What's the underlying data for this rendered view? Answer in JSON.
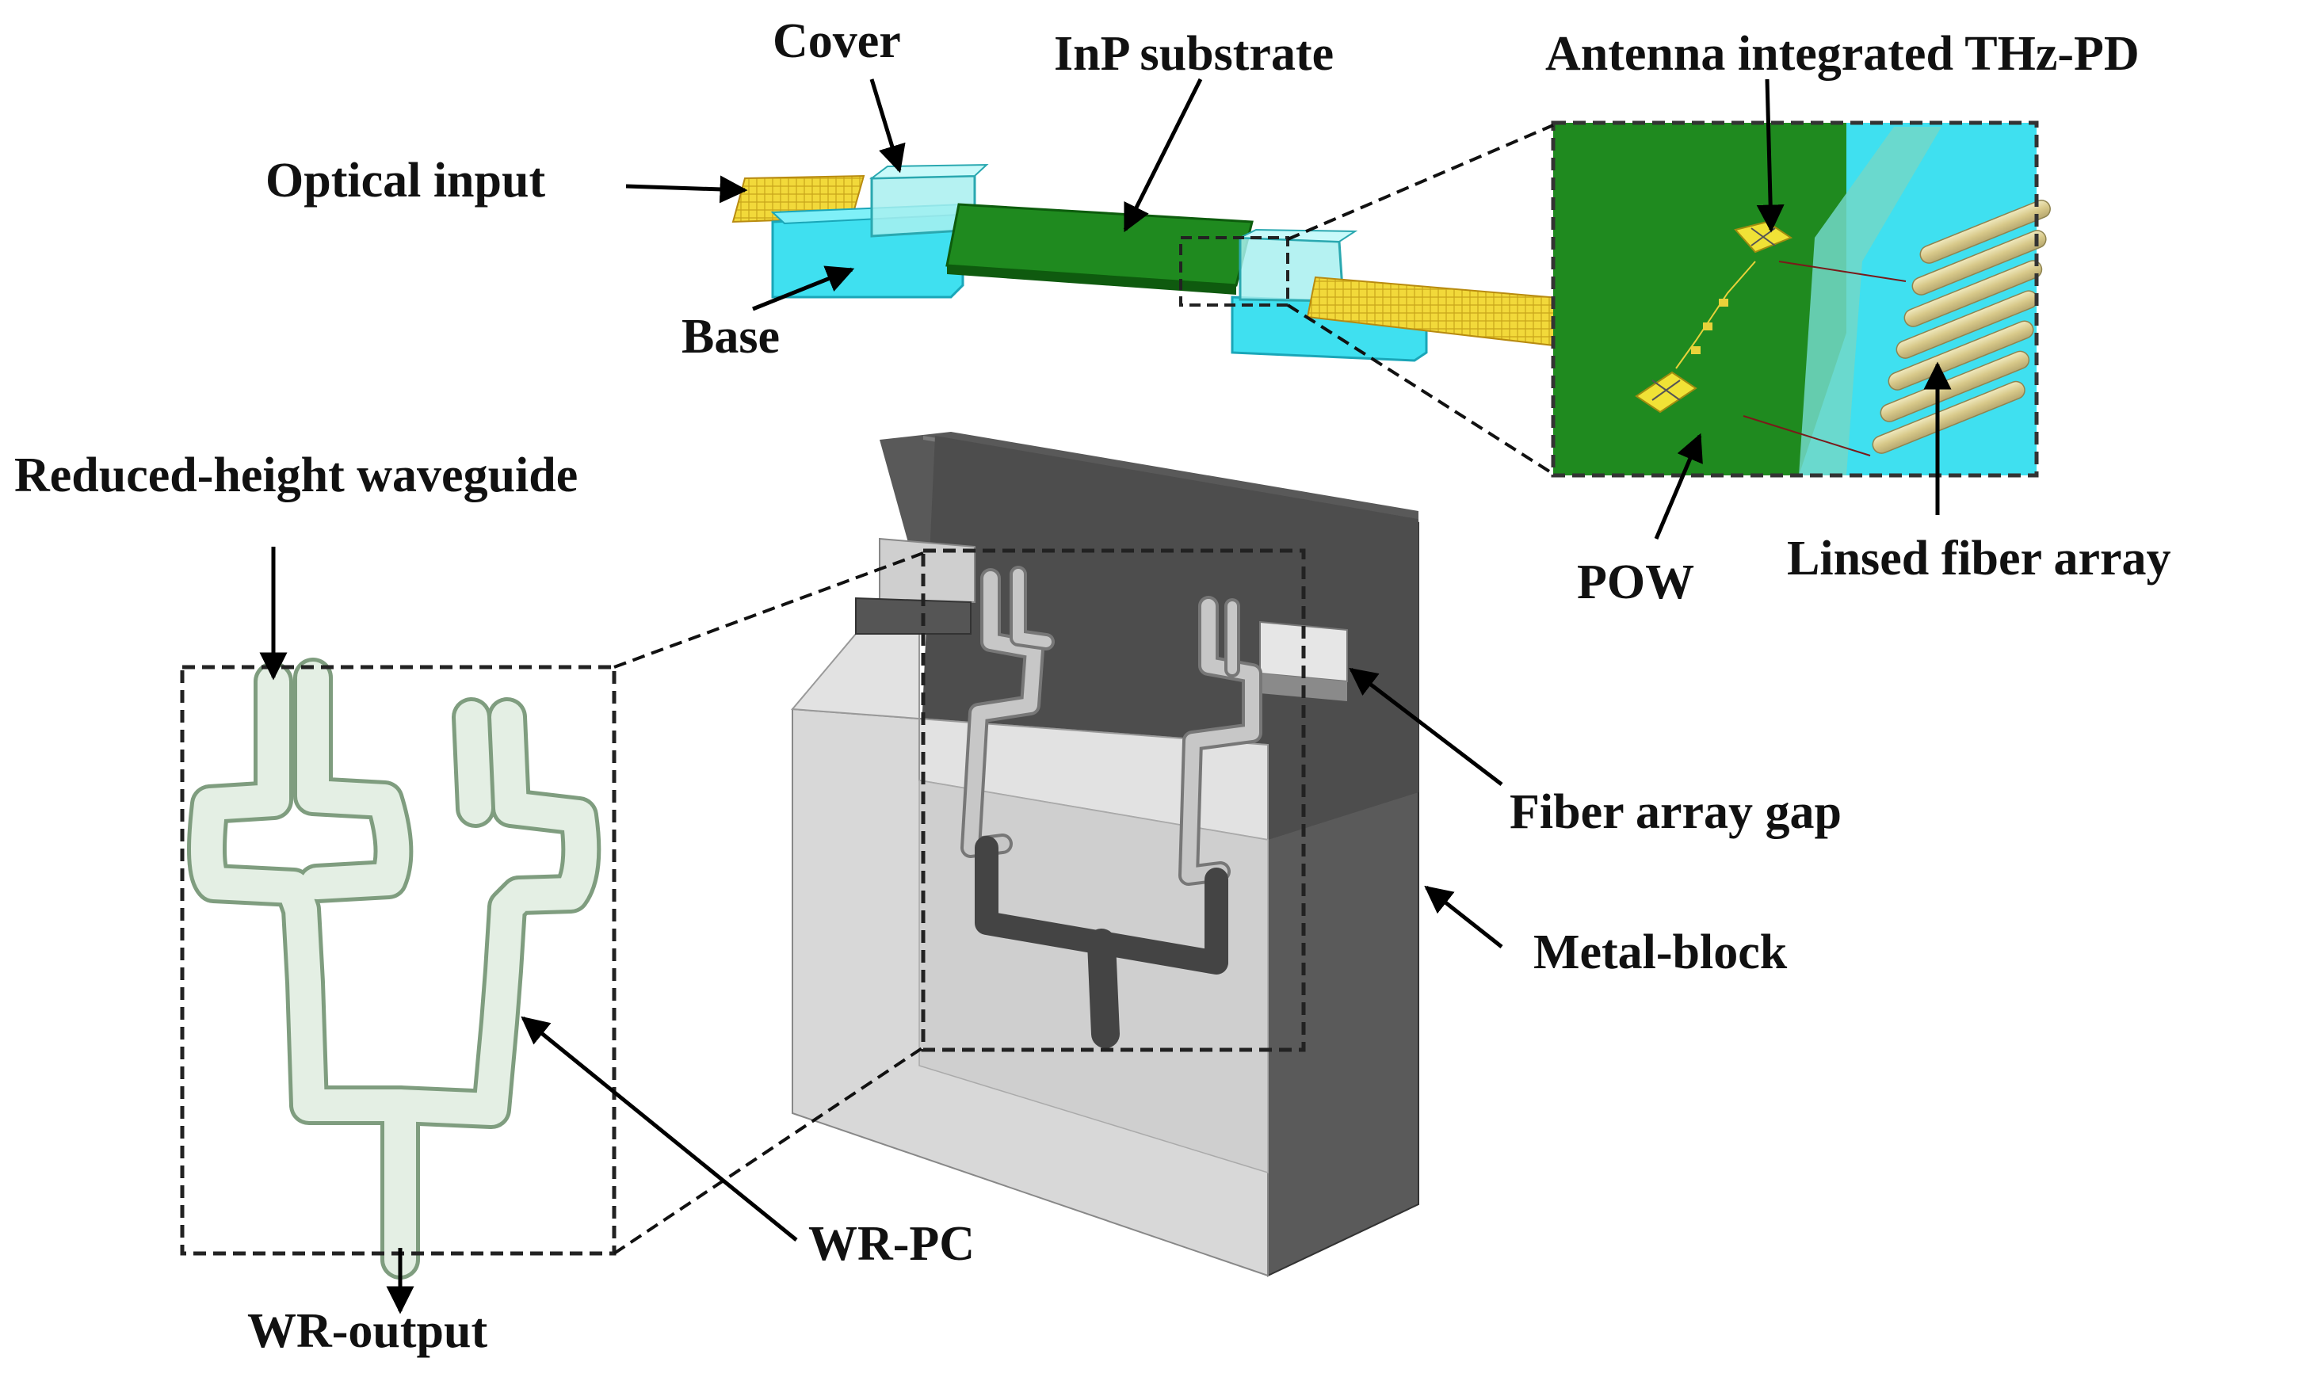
{
  "labels": {
    "cover": "Cover",
    "inp_substrate": "InP substrate",
    "antenna_pd": "Antenna integrated THz-PD",
    "optical_input": "Optical input",
    "base": "Base",
    "reduced_height_waveguide": "Reduced-height waveguide",
    "pow": "POW",
    "linsed_fiber_array": "Linsed fiber array",
    "fiber_array_gap": "Fiber array gap",
    "metal_block": "Metal-block",
    "wr_pc": "WR-PC",
    "wr_output": "WR-output"
  },
  "colors": {
    "substrate_green": "#1f8a1f",
    "base_cyan": "#3fe0f0",
    "cover_cyan": "#8ee8e8",
    "fiber_yellow": "#e8d23a",
    "metal_dark": "#5a5a5a",
    "metal_light": "#d8d8d8",
    "waveguide_green": "#e4efe4"
  }
}
